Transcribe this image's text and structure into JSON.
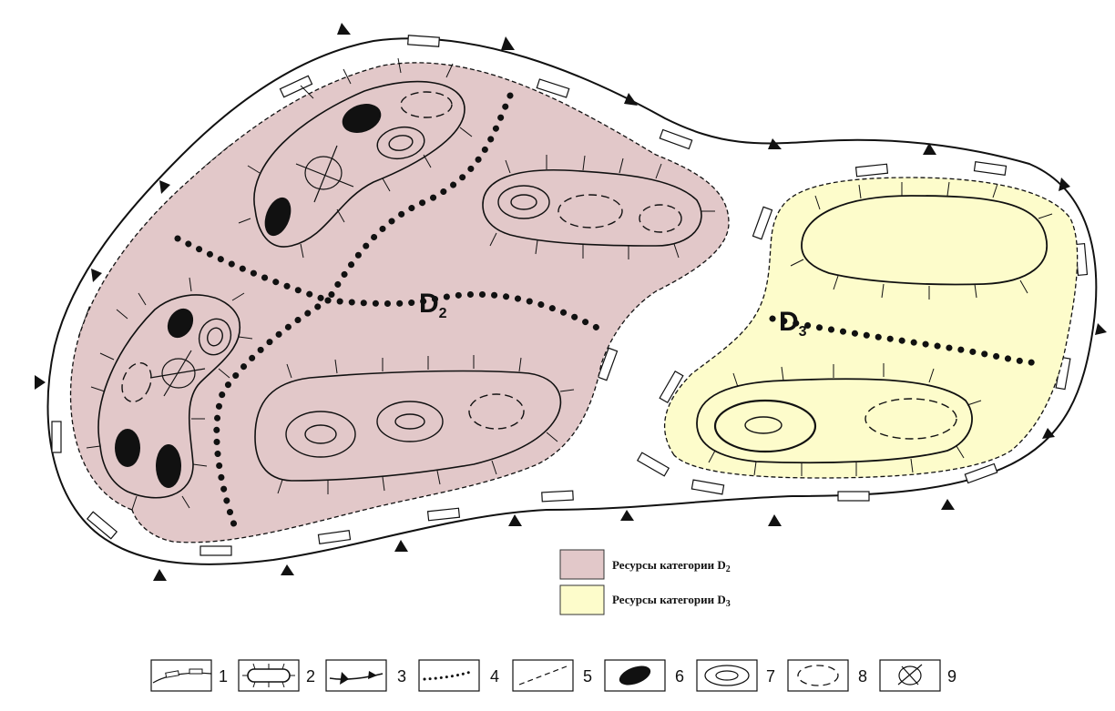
{
  "labels": {
    "d2_main": "D",
    "d2_sub": "2",
    "d3_main": "D",
    "d3_sub": "3"
  },
  "legend": [
    {
      "text": "Ресурсы категории D",
      "sub": "2",
      "color": "#e2c8c9"
    },
    {
      "text": "Ресурсы категории D",
      "sub": "3",
      "color": "#fdfccb"
    }
  ],
  "key_symbols": [
    {
      "num": "1",
      "icon": "outer-boundary-ticks-icon"
    },
    {
      "num": "2",
      "icon": "hachured-closed-contour-icon"
    },
    {
      "num": "3",
      "icon": "triangle-barbed-line-icon"
    },
    {
      "num": "4",
      "icon": "dotted-line-icon"
    },
    {
      "num": "5",
      "icon": "dashed-line-icon"
    },
    {
      "num": "6",
      "icon": "filled-ellipse-icon"
    },
    {
      "num": "7",
      "icon": "concentric-ellipses-icon"
    },
    {
      "num": "8",
      "icon": "dashed-ellipse-icon"
    },
    {
      "num": "9",
      "icon": "crossed-circle-icon"
    }
  ],
  "colors": {
    "d2_fill": "#e2c8c9",
    "d3_fill": "#fdfccb",
    "ink": "#111111"
  }
}
